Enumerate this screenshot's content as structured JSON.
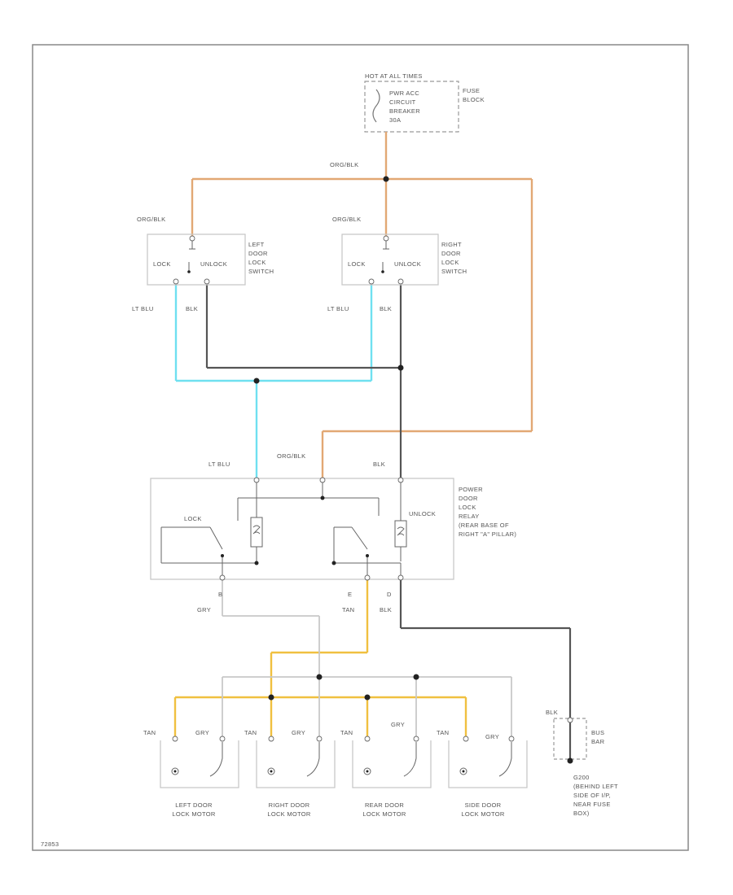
{
  "fuse_block": {
    "header": "HOT AT ALL TIMES",
    "breaker": [
      "PWR ACC",
      "CIRCUIT",
      "BREAKER",
      "30A"
    ],
    "side_label": [
      "FUSE",
      "BLOCK"
    ]
  },
  "wire_labels": {
    "org_blk_top": "ORG/BLK",
    "org_blk_left": "ORG/BLK",
    "org_blk_right": "ORG/BLK",
    "lt_blu_left": "LT BLU",
    "blk_left": "BLK",
    "lt_blu_right": "LT BLU",
    "blk_right": "BLK",
    "relay_lt_blu": "LT BLU",
    "relay_org_blk": "ORG/BLK",
    "relay_blk": "BLK",
    "gry": "GRY",
    "tan": "TAN",
    "blk_out": "BLK",
    "ground_blk": "BLK"
  },
  "left_switch": {
    "lock": "LOCK",
    "unlock": "UNLOCK",
    "name": [
      "LEFT",
      "DOOR",
      "LOCK",
      "SWITCH"
    ]
  },
  "right_switch": {
    "lock": "LOCK",
    "unlock": "UNLOCK",
    "name": [
      "RIGHT",
      "DOOR",
      "LOCK",
      "SWITCH"
    ]
  },
  "relay": {
    "lock": "LOCK",
    "unlock": "UNLOCK",
    "name": [
      "POWER",
      "DOOR",
      "LOCK",
      "RELAY",
      "(REAR BASE OF",
      "RIGHT \"A\" PILLAR)"
    ],
    "pin_b": "B",
    "pin_e": "E",
    "pin_d": "D"
  },
  "motors": [
    {
      "tan": "TAN",
      "gry": "GRY",
      "name": [
        "LEFT DOOR",
        "LOCK MOTOR"
      ]
    },
    {
      "tan": "TAN",
      "gry": "GRY",
      "name": [
        "RIGHT DOOR",
        "LOCK MOTOR"
      ]
    },
    {
      "tan": "TAN",
      "gry": "GRY",
      "name": [
        "REAR DOOR",
        "LOCK MOTOR"
      ]
    },
    {
      "tan": "TAN",
      "gry": "GRY",
      "name": [
        "SIDE DOOR",
        "LOCK MOTOR"
      ]
    }
  ],
  "bus_bar": {
    "label": [
      "BUS",
      "BAR"
    ],
    "ground": [
      "G200",
      "(BEHIND LEFT",
      "SIDE OF I/P,",
      "NEAR FUSE",
      "BOX)"
    ]
  },
  "figure_id": "72853",
  "colors": {
    "org_blk": "#e2a874",
    "lt_blu": "#6fe0f0",
    "blk": "#555555",
    "tan": "#f0c040",
    "gry": "#c8c8c8"
  }
}
